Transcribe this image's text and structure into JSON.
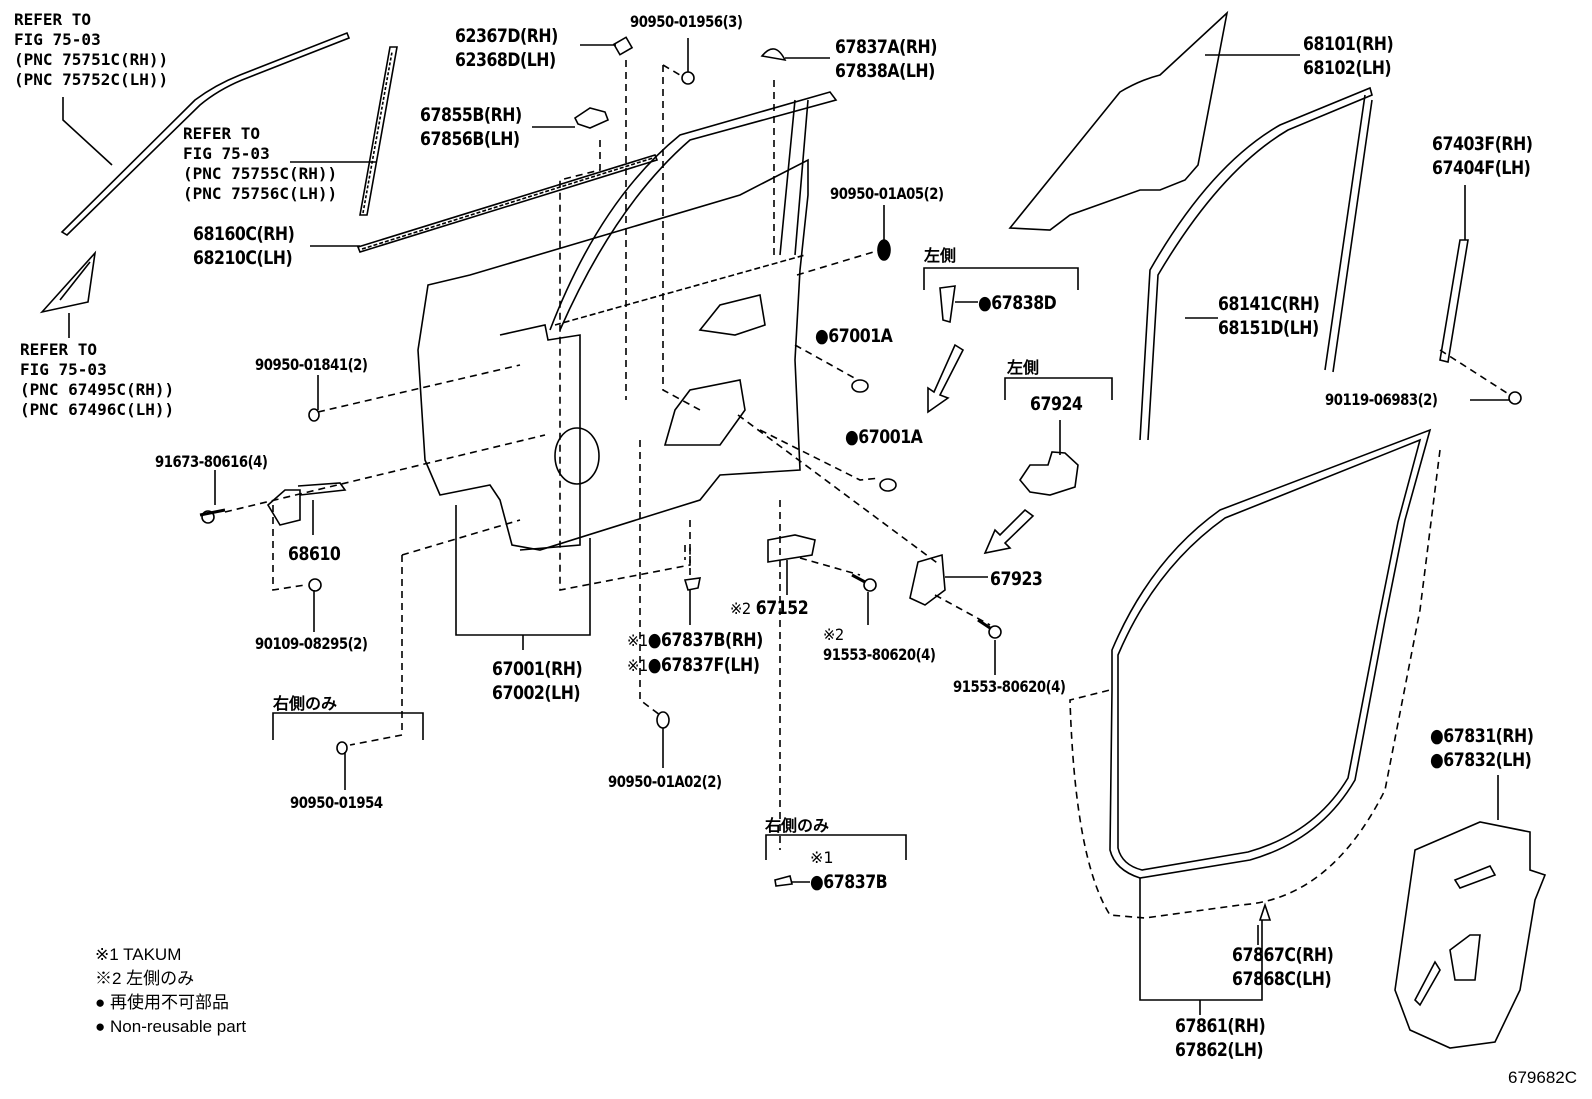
{
  "diagram": {
    "title_code": "679682C",
    "refer_notes": [
      {
        "lines": [
          "REFER TO",
          "FIG 75-03",
          "(PNC 75751C(RH))",
          "(PNC 75752C(LH))"
        ]
      },
      {
        "lines": [
          "REFER TO",
          "FIG 75-03",
          "(PNC 75755C(RH))",
          "(PNC 75756C(LH))"
        ]
      },
      {
        "lines": [
          "REFER TO",
          "FIG 75-03",
          "(PNC 67495C(RH))",
          "(PNC 67496C(LH))"
        ]
      }
    ],
    "parts": {
      "p62367": [
        "62367D(RH)",
        "62368D(LH)"
      ],
      "p90950_01956": "90950-01956(3)",
      "p67837A": [
        "67837A(RH)",
        "67838A(LH)"
      ],
      "p67855B": [
        "67855B(RH)",
        "67856B(LH)"
      ],
      "p68160C": [
        "68160C(RH)",
        "68210C(LH)"
      ],
      "p90950_01A05": "90950-01A05(2)",
      "p67838D": "67838D",
      "p67001A_1": "67001A",
      "p67001A_2": "67001A",
      "p90950_01841": "90950-01841(2)",
      "p91673": "91673-80616(4)",
      "p68610": "68610",
      "p90109": "90109-08295(2)",
      "p67001": [
        "67001(RH)",
        "67002(LH)"
      ],
      "p90950_01954": "90950-01954",
      "p67837B": [
        "67837B(RH)",
        "67837F(LH)"
      ],
      "p67837B_note": "※1",
      "p90950_01A02": "90950-01A02(2)",
      "p67152": "67152",
      "p67152_note": "※2",
      "p91553_a": "91553-80620(4)",
      "p91553_a_note": "※2",
      "p91553_b": "91553-80620(4)",
      "p67923": "67923",
      "p67924": "67924",
      "p68101": [
        "68101(RH)",
        "68102(LH)"
      ],
      "p68141C": [
        "68141C(RH)",
        "68151D(LH)"
      ],
      "p67403F": [
        "67403F(RH)",
        "67404F(LH)"
      ],
      "p90119": "90119-06983(2)",
      "p67831": [
        "67831(RH)",
        "67832(LH)"
      ],
      "p67867C": [
        "67867C(RH)",
        "67868C(LH)"
      ],
      "p67861": [
        "67861(RH)",
        "67862(LH)"
      ],
      "p67837B_rh_only": "67837B",
      "p67837B_rh_only_note": "※1"
    },
    "side_tags": {
      "left_side": "左側",
      "right_side_only": "右側のみ"
    },
    "legend": [
      "※1 TAKUM",
      "※2 左側のみ",
      "再使用不可部品",
      "Non-reusable part"
    ]
  }
}
